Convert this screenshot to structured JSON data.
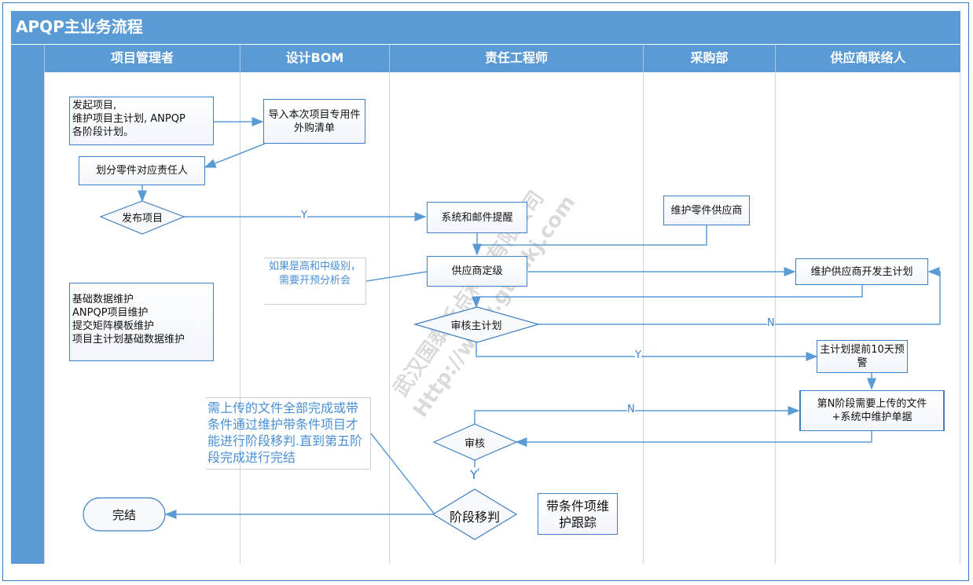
{
  "title": "APQP主业务流程",
  "lanes": [
    "项目管理者",
    "设计BOM",
    "责任工程师",
    "采购部",
    "供应商联络人"
  ],
  "nodes": {
    "start_project": [
      "发起项目,",
      "维护项目主计划, ANPQP",
      "各阶段计划。"
    ],
    "import_bom": "导入本次项目专用件外购清单",
    "assign_parts": "划分零件对应责任人",
    "publish": "发布项目",
    "notify": "系统和邮件提醒",
    "maintain_supplier": "维护零件供应商",
    "grade_supplier": "供应商定级",
    "supplier_plan": "维护供应商开发主计划",
    "review_plan": "审核主计划",
    "warning": "主计划提前10天预警",
    "stage_docs": "第N阶段需要上传的文件+系统中维护单据",
    "review": "审核",
    "stage_move": "阶段移判",
    "conditional_track": "带条件项维护跟踪",
    "finish": "完结",
    "base_data": [
      "基础数据维护",
      "ANPQP项目维护",
      "提交矩阵模板维护",
      "项目主计划基础数据维护"
    ]
  },
  "notes": {
    "grade_note": "如果是高和中级别，需要开预分析会",
    "stage_note": "需上传的文件全部完成或带条件通过维护带条件项目才能进行阶段移判.直到第五阶段完成进行完结"
  },
  "edge_labels": {
    "y1": "Y",
    "n1": "N",
    "y2": "Y",
    "n2": "N",
    "y3": "Y"
  },
  "watermark": [
    "武汉国泰新点科技有限公司",
    "Http://www.gtxdkj.com"
  ],
  "colors": {
    "header": "#5b9bd5",
    "line": "#5b9bd5",
    "box_border": "#3f7fc1"
  }
}
